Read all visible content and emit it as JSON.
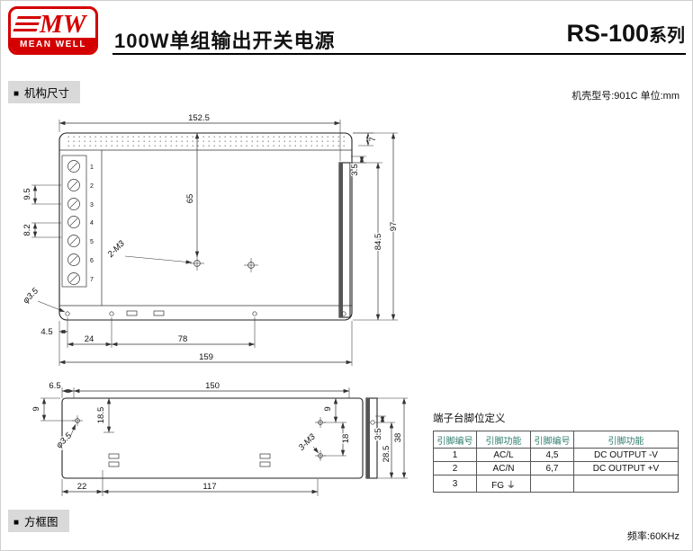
{
  "header": {
    "logo_mw": "MW",
    "logo_brand": "MEAN WELL",
    "title": "100W单组输出开关电源",
    "series": "RS-100",
    "series_suffix": "系列"
  },
  "section_marker": "■",
  "sections": {
    "mech": "机构尺寸",
    "block": "方框图"
  },
  "notes": {
    "case_info": "机壳型号:901C 单位:mm",
    "frequency": "频率:60KHz"
  },
  "drawing_top": {
    "dims": {
      "w152_5": "152.5",
      "d7": "7",
      "d3_5": "3.5",
      "h97": "97",
      "h84_5": "84.5",
      "h65": "65",
      "d9_5": "9.5",
      "d8_2": "8.2",
      "phi3_5": "φ3.5",
      "m3": "2-M3",
      "d4_5": "4.5",
      "d24": "24",
      "d78": "78",
      "d159": "159"
    },
    "terminals": [
      "1",
      "2",
      "3",
      "4",
      "5",
      "6",
      "7"
    ]
  },
  "drawing_bottom": {
    "dims": {
      "d150": "150",
      "d6_5": "6.5",
      "d9_left": "9",
      "phi3_5": "φ3.5",
      "d18_5": "18.5",
      "d9_right": "9",
      "d18": "18",
      "m3": "3-M3",
      "d22": "22",
      "d117": "117",
      "d3_5": "3.5",
      "d28_5": "28.5",
      "d38": "38"
    }
  },
  "pin_table": {
    "title": "端子台脚位定义",
    "headers": [
      "引脚编号",
      "引脚功能",
      "引脚编号",
      "引脚功能"
    ],
    "rows": [
      [
        "1",
        "AC/L",
        "4,5",
        "DC OUTPUT -V"
      ],
      [
        "2",
        "AC/N",
        "6,7",
        "DC OUTPUT +V"
      ],
      [
        "3",
        "FG ⏚",
        "",
        ""
      ]
    ]
  }
}
